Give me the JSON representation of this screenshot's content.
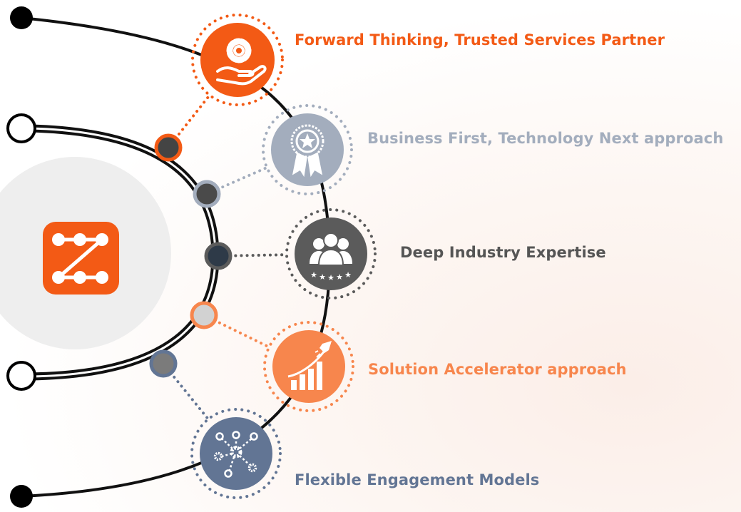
{
  "colors": {
    "orange": "#f35a15",
    "light_orange": "#f7864d",
    "steel_gray": "#a3adbd",
    "dark_gray": "#5b5b5b",
    "slate_blue": "#627594",
    "logo_bg": "#eeeeee"
  },
  "logo": {
    "icon": "zigzag-network-logo"
  },
  "items": [
    {
      "label": "Forward Thinking, Trusted Services Partner",
      "icon": "gear-in-hand-icon",
      "color": "#f35a15",
      "text_color": "#f35a15",
      "connector_fill": "#444444",
      "connector_ring": "#f35a15"
    },
    {
      "label": "Business First, Technology Next approach",
      "icon": "award-ribbon-icon",
      "color": "#a3adbd",
      "text_color": "#a3adbd",
      "connector_fill": "#4a4a4a",
      "connector_ring": "#a3adbd"
    },
    {
      "label": "Deep Industry Expertise",
      "icon": "expert-team-stars-icon",
      "color": "#5b5b5b",
      "text_color": "#555555",
      "connector_fill": "#2e3a48",
      "connector_ring": "#5b5b5b"
    },
    {
      "label": "Solution Accelerator approach",
      "icon": "rocket-growth-chart-icon",
      "color": "#f7864d",
      "text_color": "#f7864d",
      "connector_fill": "#d2d2d2",
      "connector_ring": "#f7864d"
    },
    {
      "label": "Flexible Engagement Models",
      "icon": "network-hub-icon",
      "color": "#627594",
      "text_color": "#627594",
      "connector_fill": "#7b7b7b",
      "connector_ring": "#627594"
    }
  ]
}
